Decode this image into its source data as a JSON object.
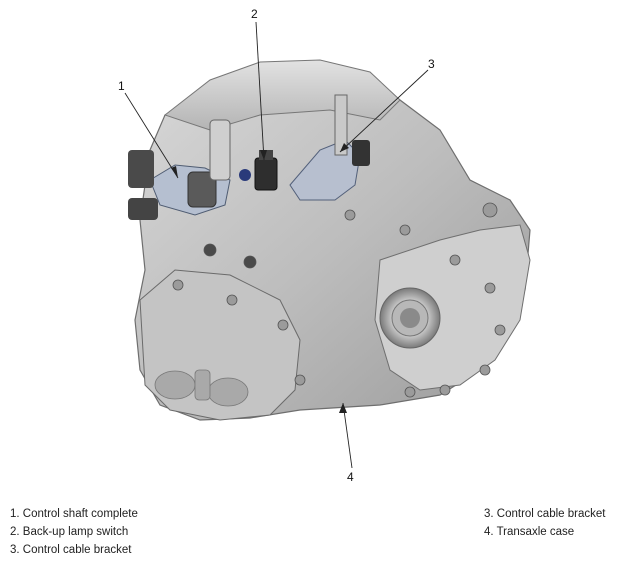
{
  "callouts": {
    "c1": "1",
    "c2": "2",
    "c3": "3",
    "c4": "4"
  },
  "legend": {
    "left": [
      "1. Control shaft complete",
      "2. Back-up lamp switch",
      "3. Control cable bracket"
    ],
    "right": [
      "3. Control cable bracket",
      "4. Transaxle case"
    ]
  }
}
